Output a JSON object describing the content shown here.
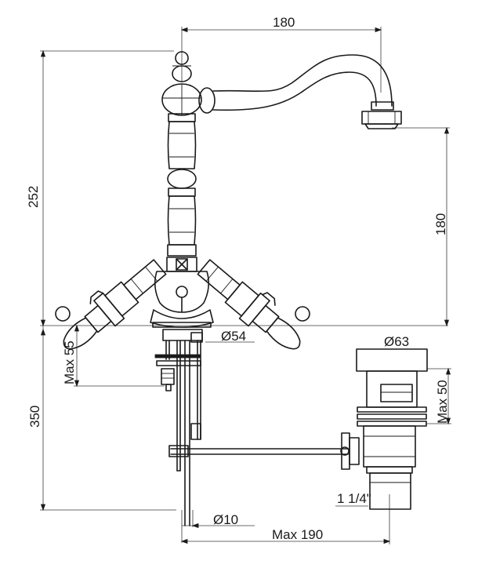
{
  "dimensions": {
    "spout_reach": "180",
    "total_height": "252",
    "spout_height": "180",
    "max_deck_thickness": "Max 55",
    "hose_length": "350",
    "base_diameter": "Ø54",
    "waste_head_diameter": "Ø63",
    "waste_max_height": "Max 50",
    "waste_thread": "1 1/4\"",
    "rod_diameter": "Ø10",
    "rod_max_reach": "Max 190"
  }
}
